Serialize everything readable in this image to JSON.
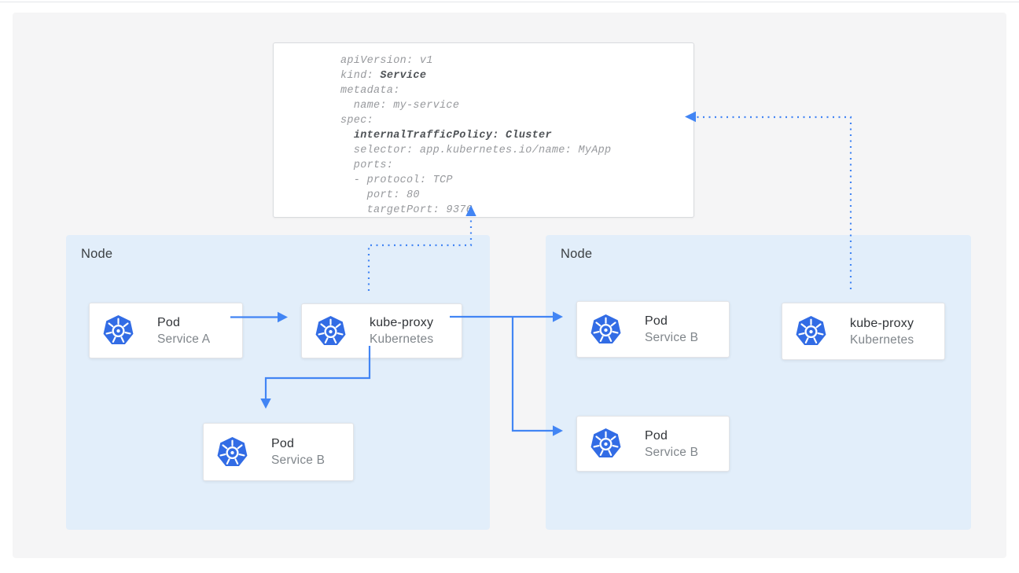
{
  "colors": {
    "accent_blue": "#4285f4",
    "k8s_blue": "#326ce5",
    "node_bg": "#e2eefa",
    "panel_bg": "#f5f5f6"
  },
  "icons": {
    "kubernetes": "k8s-helm-wheel-heptagon"
  },
  "yaml": {
    "lines": [
      [
        {
          "t": "apiVersion: v1"
        }
      ],
      [
        {
          "t": "kind: "
        },
        {
          "t": "Service",
          "b": true
        }
      ],
      [
        {
          "t": "metadata:"
        }
      ],
      [
        {
          "t": "  name: my-service"
        }
      ],
      [
        {
          "t": "spec:"
        }
      ],
      [
        {
          "t": "  "
        },
        {
          "t": "internalTrafficPolicy: Cluster",
          "b": true
        }
      ],
      [
        {
          "t": "  selector: app.kubernetes.io/name: MyApp"
        }
      ],
      [
        {
          "t": "  ports:"
        }
      ],
      [
        {
          "t": "  - protocol: TCP"
        }
      ],
      [
        {
          "t": "    port: 80"
        }
      ],
      [
        {
          "t": "    targetPort: 9376"
        }
      ]
    ]
  },
  "nodes": [
    {
      "label": "Node"
    },
    {
      "label": "Node"
    }
  ],
  "cards": [
    {
      "title": "Pod",
      "subtitle": "Service A"
    },
    {
      "title": "kube-proxy",
      "subtitle": "Kubernetes"
    },
    {
      "title": "Pod",
      "subtitle": "Service B"
    },
    {
      "title": "Pod",
      "subtitle": "Service B"
    },
    {
      "title": "Pod",
      "subtitle": "Service B"
    },
    {
      "title": "kube-proxy",
      "subtitle": "Kubernetes"
    }
  ]
}
